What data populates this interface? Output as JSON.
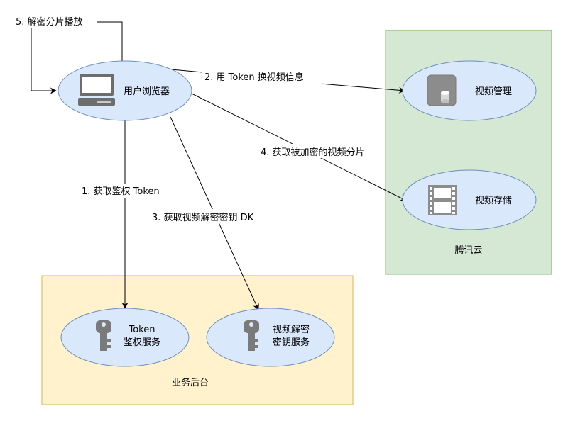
{
  "groups": {
    "tencent_cloud": {
      "label": "腾讯云",
      "fill": "#d5e8d4",
      "stroke": "#82b366"
    },
    "business_backend": {
      "label": "业务后台",
      "fill": "#fff2cc",
      "stroke": "#d6b656"
    }
  },
  "nodes": {
    "browser": {
      "label": "用户浏览器",
      "icon": "computer-icon"
    },
    "video_management": {
      "label": "视频管理",
      "icon": "storage-icon"
    },
    "video_storage": {
      "label": "视频存储",
      "icon": "film-icon"
    },
    "token_auth": {
      "line1": "Token",
      "line2": "鉴权服务",
      "icon": "key-icon"
    },
    "key_service": {
      "line1": "视频解密",
      "line2": "密钥服务",
      "icon": "key-icon"
    }
  },
  "node_style": {
    "fill": "#dae8fc",
    "stroke": "#6c8ebf"
  },
  "edges": {
    "e1": {
      "label": "1. 获取鉴权 Token"
    },
    "e2": {
      "label": "2. 用 Token 换视频信息"
    },
    "e3": {
      "label": "3. 获取视频解密密钥 DK"
    },
    "e4": {
      "label": "4. 获取被加密的视频分片"
    },
    "e5": {
      "label": "5. 解密分片播放"
    }
  }
}
